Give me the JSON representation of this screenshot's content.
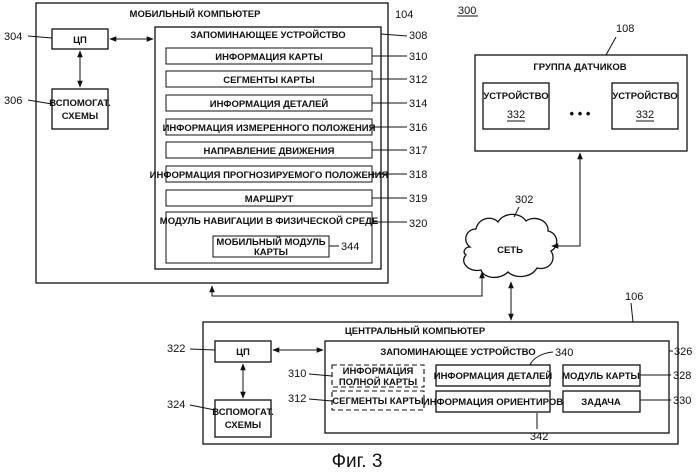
{
  "figure": {
    "number": "300",
    "caption": "Фиг. 3",
    "dots": "• • •"
  },
  "mobile_computer": {
    "title": "МОБИЛЬНЫЙ КОМПЬЮТЕР",
    "ref": "104",
    "cpu": {
      "label": "ЦП",
      "ref": "304"
    },
    "aux": {
      "line1": "ВСПОМОГАТ.",
      "line2": "СХЕМЫ",
      "ref": "306"
    },
    "memory": {
      "title": "ЗАПОМИНАЮЩЕЕ УСТРОЙСТВО",
      "ref": "308",
      "items": [
        {
          "label": "ИНФОРМАЦИЯ КАРТЫ",
          "ref": "310"
        },
        {
          "label": "СЕГМЕНТЫ КАРТЫ",
          "ref": "312"
        },
        {
          "label": "ИНФОРМАЦИЯ ДЕТАЛЕЙ",
          "ref": "314"
        },
        {
          "label": "ИНФОРМАЦИЯ ИЗМЕРЕННОГО ПОЛОЖЕНИЯ",
          "ref": "316"
        },
        {
          "label": "НАПРАВЛЕНИЕ ДВИЖЕНИЯ",
          "ref": "317"
        },
        {
          "label": "ИНФОРМАЦИЯ ПРОГНОЗИРУЕМОГО ПОЛОЖЕНИЯ",
          "ref": "318"
        },
        {
          "label": "МАРШРУТ",
          "ref": "319"
        }
      ],
      "nav_module": {
        "label": "МОДУЛЬ НАВИГАЦИИ В ФИЗИЧЕСКОЙ СРЕДЕ",
        "ref": "320",
        "sub": {
          "line1": "МОБИЛЬНЫЙ МОДУЛЬ",
          "line2": "КАРТЫ",
          "ref": "344"
        }
      }
    }
  },
  "sensor_group": {
    "title": "ГРУППА ДАТЧИКОВ",
    "ref": "108",
    "device1": {
      "label": "УСТРОЙСТВО",
      "ref": "332"
    },
    "device2": {
      "label": "УСТРОЙСТВО",
      "ref": "332"
    }
  },
  "network": {
    "label": "СЕТЬ",
    "ref": "302"
  },
  "central_computer": {
    "title": "ЦЕНТРАЛЬНЫЙ КОМПЬЮТЕР",
    "ref": "106",
    "cpu": {
      "label": "ЦП",
      "ref": "322"
    },
    "aux": {
      "line1": "ВСПОМОГАТ.",
      "line2": "СХЕМЫ",
      "ref": "324"
    },
    "memory": {
      "title": "ЗАПОМИНАЮЩЕЕ УСТРОЙСТВО",
      "ref": "326",
      "full_map": {
        "line1": "ИНФОРМАЦИЯ",
        "line2": "ПОЛНОЙ КАРТЫ",
        "ref": "310"
      },
      "map_segments": {
        "label": "СЕГМЕНТЫ КАРТЫ",
        "ref": "312"
      },
      "details": {
        "label": "ИНФОРМАЦИЯ ДЕТАЛЕЙ",
        "ref": "340"
      },
      "landmarks": {
        "label": "ИНФОРМАЦИЯ ОРИЕНТИРОВ",
        "ref": "342"
      },
      "map_module": {
        "label": "МОДУЛЬ КАРТЫ",
        "ref": "328"
      },
      "task": {
        "label": "ЗАДАЧА",
        "ref": "330"
      }
    }
  }
}
